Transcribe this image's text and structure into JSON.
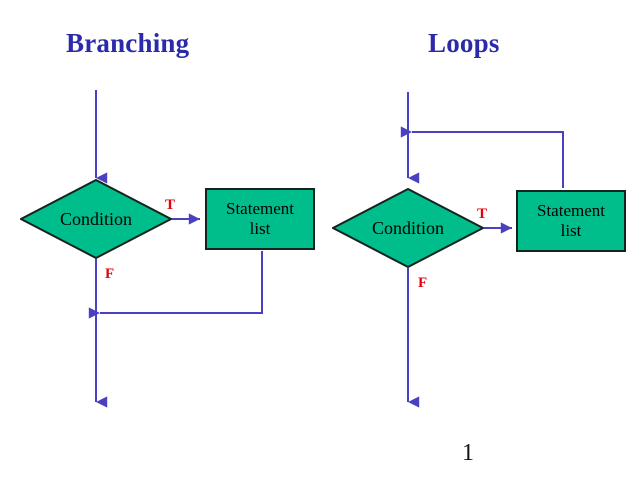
{
  "page": {
    "number": "1",
    "background": "#ffffff"
  },
  "colors": {
    "title_blue": "#2b2baa",
    "node_fill": "#00bd8c",
    "node_border": "#15231f",
    "arrow_blue": "#4a40c0",
    "branch_label_red": "#e8000d",
    "node_text": "#000000"
  },
  "panels": [
    {
      "id": "branching",
      "title": "Branching",
      "decision": {
        "label": "Condition"
      },
      "process": {
        "line1": "Statement",
        "line2": "list"
      },
      "edges": [
        {
          "name": "entry-arrow",
          "from": "top",
          "to": "decision"
        },
        {
          "name": "true-arrow",
          "label": "T",
          "from": "decision-right",
          "to": "process-left"
        },
        {
          "name": "false-path",
          "label": "F",
          "from": "decision-bottom",
          "to": "merge-point"
        },
        {
          "name": "process-return",
          "from": "process-bottom",
          "to": "merge-point"
        },
        {
          "name": "exit-arrow",
          "from": "merge-point",
          "to": "bottom"
        }
      ]
    },
    {
      "id": "loops",
      "title": "Loops",
      "decision": {
        "label": "Condition"
      },
      "process": {
        "line1": "Statement",
        "line2": "list"
      },
      "edges": [
        {
          "name": "entry-arrow",
          "from": "top",
          "to": "decision"
        },
        {
          "name": "loop-back-arrow",
          "from": "process-top",
          "to": "entry-line"
        },
        {
          "name": "true-arrow",
          "label": "T",
          "from": "decision-right",
          "to": "process-left"
        },
        {
          "name": "false-exit-arrow",
          "label": "F",
          "from": "decision-bottom",
          "to": "bottom"
        }
      ]
    }
  ]
}
